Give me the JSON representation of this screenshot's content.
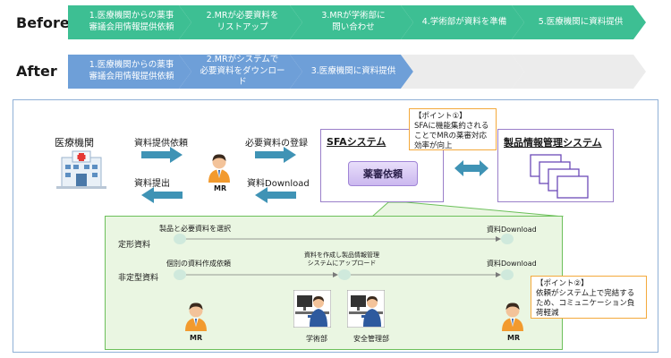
{
  "before": {
    "label": "Before",
    "steps": [
      "1.医療機関からの薬事\n審議会用情報提供依頼",
      "2.MRが必要資料を\nリストアップ",
      "3.MRが学術部に\n問い合わせ",
      "4.学術部が資料を準備",
      "5.医療機関に資料提供"
    ],
    "color": "#3dbf93"
  },
  "after": {
    "label": "After",
    "steps": [
      "1.医療機関からの薬事\n審議会用情報提供依頼",
      "2.MRがシステムで\n必要資料をダウンロード",
      "3.医療機関に資料提供"
    ],
    "color": "#6e9fd8",
    "empty_color": "#ececec"
  },
  "top": {
    "hospital": "医療機関",
    "req_info": "資料提供依頼",
    "provide": "資料提出",
    "register": "必要資料の登録",
    "download": "資料Download",
    "mr": "MR",
    "sfa_title": "SFAシステム",
    "sfa_button": "薬審依頼",
    "product_title": "製品情報管理システム",
    "point1": "【ポイント①】\nSFAに機能集約される\nことでMRの薬審対応\n効率が向上"
  },
  "flow": {
    "row1_label": "定形資料",
    "row1_text": "製品と必要資料を選択",
    "row1_end": "資料Download",
    "row2_label": "非定型資料",
    "row2_text": "個別の資料作成依頼",
    "row2_mid": "資料を作成し製品情報管理\nシステムにアップロード",
    "row2_end": "資料Download",
    "mr_left": "MR",
    "mr_right": "MR",
    "dept1": "学術部",
    "dept2": "安全管理部",
    "point2": "【ポイント②】\n依頼がシステム上で完結する\nため、コミュニケーション負\n荷軽減"
  }
}
